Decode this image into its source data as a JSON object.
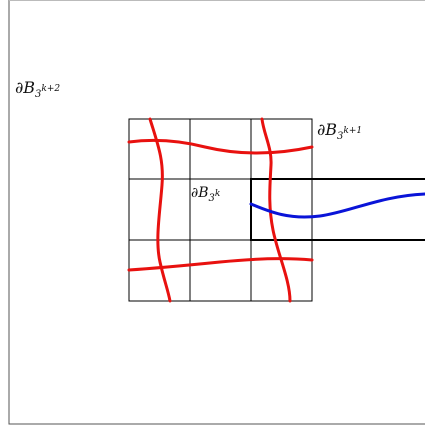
{
  "labels": {
    "outer": {
      "partial": "∂",
      "base": "B",
      "sub": "3",
      "sup": "k+2"
    },
    "middle": {
      "partial": "∂",
      "base": "B",
      "sub": "3",
      "sup": "k+1"
    },
    "inner": {
      "partial": "∂",
      "base": "B",
      "sub": "3",
      "sup": "k"
    }
  },
  "colors": {
    "frame": "#000000",
    "grid": "#000000",
    "red_curves": "#e8110f",
    "blue_curve": "#0a14d8"
  }
}
